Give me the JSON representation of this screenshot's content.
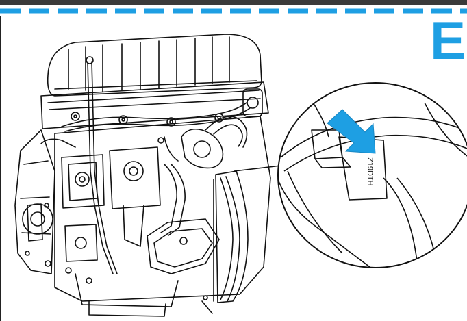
{
  "section_letter": "E",
  "label_code": "Z19DTH",
  "colors": {
    "accent": "#1e9fe3",
    "line": "#111111",
    "background": "#ffffff",
    "top_bar": "#3a3a3a"
  },
  "icons": {
    "pointer": "down-right-arrow-icon",
    "detail": "magnifier-callout"
  }
}
